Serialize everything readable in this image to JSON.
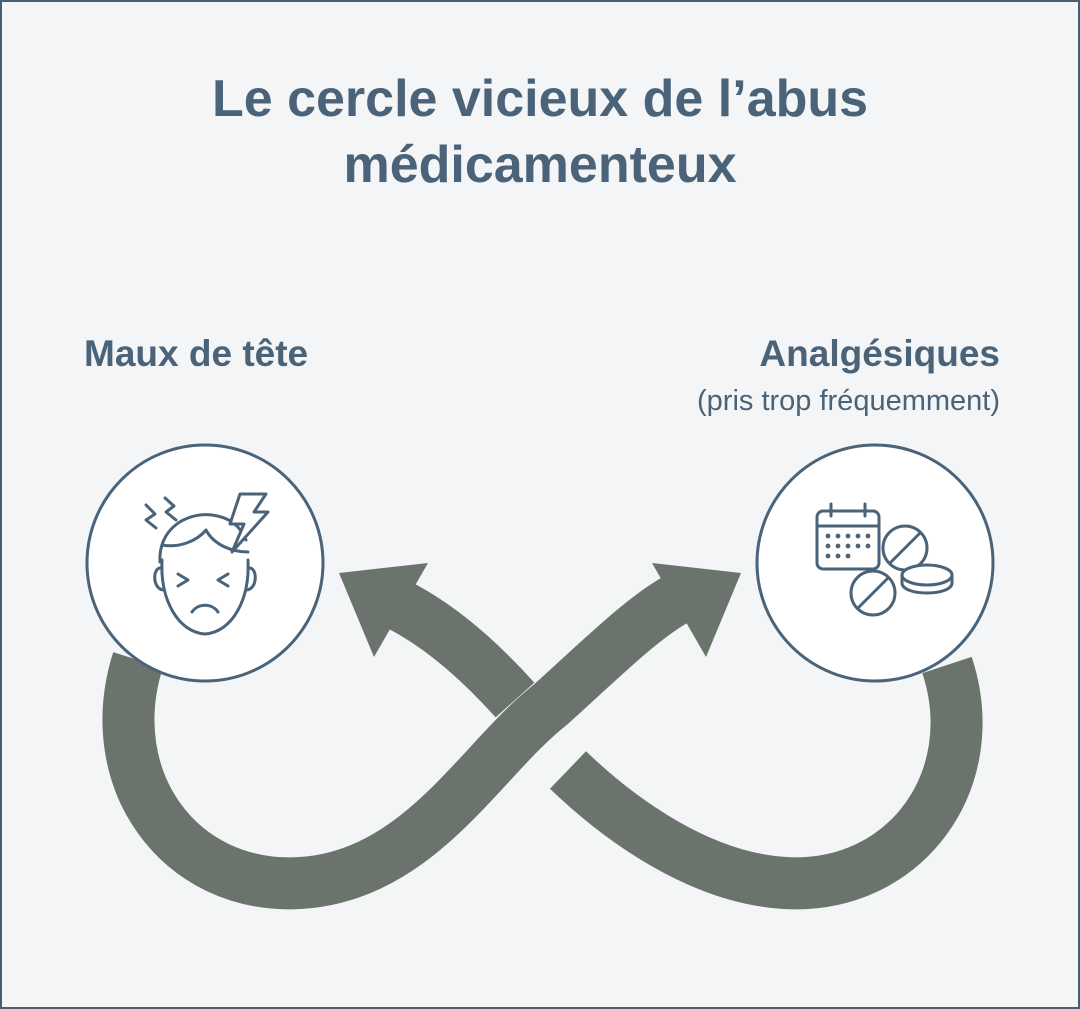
{
  "title": {
    "line1": "Le cercle vicieux de l’abus",
    "line2": "médicamenteux"
  },
  "nodes": {
    "left": {
      "label": "Maux de tête",
      "icon": "headache-face-icon"
    },
    "right": {
      "label": "Analgésiques",
      "sublabel": "(pris trop fréquemment)",
      "icon": "calendar-pills-icon"
    }
  },
  "colors": {
    "title": "#4a6379",
    "arrow": "#6b736d",
    "circle_stroke": "#4a6379",
    "background": "#f3f5f6"
  }
}
